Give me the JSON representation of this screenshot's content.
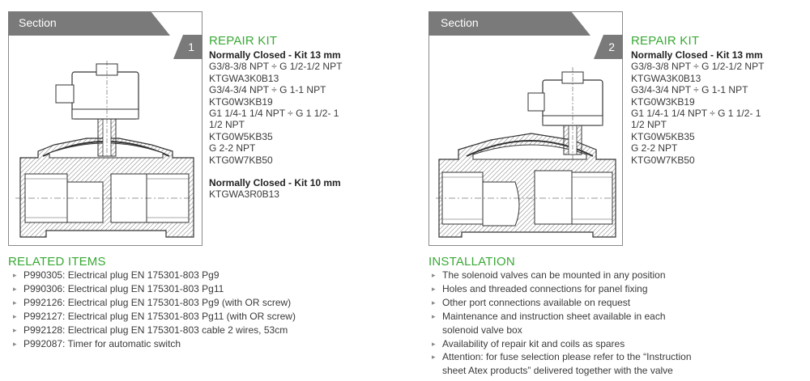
{
  "sections": [
    {
      "tab_label": "Section",
      "number": "1"
    },
    {
      "tab_label": "Section",
      "number": "2"
    }
  ],
  "repair_kits": [
    {
      "title": "REPAIR KIT",
      "groups": [
        {
          "subtitle": "Normally Closed - Kit 13 mm",
          "lines": [
            "G3/8-3/8 NPT ÷ G 1/2-1/2 NPT",
            "KTGWA3K0B13",
            "G3/4-3/4 NPT ÷ G 1-1 NPT",
            "KTG0W3KB19",
            "G1 1/4-1 1/4 NPT ÷ G 1 1/2- 1",
            "1/2 NPT",
            "KTG0W5KB35",
            "G 2-2 NPT",
            "KTG0W7KB50"
          ]
        },
        {
          "subtitle": "Normally Closed - Kit 10 mm",
          "lines": [
            "KTGWA3R0B13"
          ]
        }
      ]
    },
    {
      "title": "REPAIR KIT",
      "groups": [
        {
          "subtitle": "Normally Closed - Kit 13 mm",
          "lines": [
            "G3/8-3/8 NPT ÷ G 1/2-1/2 NPT",
            "KTGWA3K0B13",
            "G3/4-3/4 NPT ÷ G 1-1 NPT",
            "KTG0W3KB19",
            "G1 1/4-1 1/4 NPT ÷ G 1 1/2- 1",
            "1/2 NPT",
            "KTG0W5KB35",
            "G 2-2 NPT",
            "KTG0W7KB50"
          ]
        }
      ]
    }
  ],
  "related_items": {
    "title": "RELATED ITEMS",
    "items": [
      "P990305: Electrical plug EN 175301-803 Pg9",
      "P990306: Electrical plug EN 175301-803 Pg11",
      "P992126: Electrical plug EN 175301-803 Pg9 (with OR screw)",
      "P992127: Electrical plug EN 175301-803 Pg11 (with OR screw)",
      "P992128: Electrical plug EN 175301-803 cable 2 wires, 53cm",
      "P992087: Timer for automatic switch"
    ]
  },
  "installation": {
    "title": "INSTALLATION",
    "items": [
      "The solenoid valves can be mounted in any position",
      "Holes and threaded connections for panel fixing",
      "Other port connections available on request",
      "Maintenance and instruction sheet available in each\nsolenoid valve box",
      "Availability of repair kit and coils as spares",
      "Attention: for fuse selection please refer to the “Instruction\nsheet Atex products” delivered together with the valve"
    ]
  },
  "bullet_glyph": "▸",
  "icons": {
    "drawing_1": "solenoid-valve-section-drawing",
    "drawing_2": "solenoid-valve-section-drawing"
  },
  "colors": {
    "accent_green": "#39a935",
    "tab_grey": "#7a7a7a",
    "border_grey": "#8a8a8a",
    "text": "#3a3a3a"
  }
}
